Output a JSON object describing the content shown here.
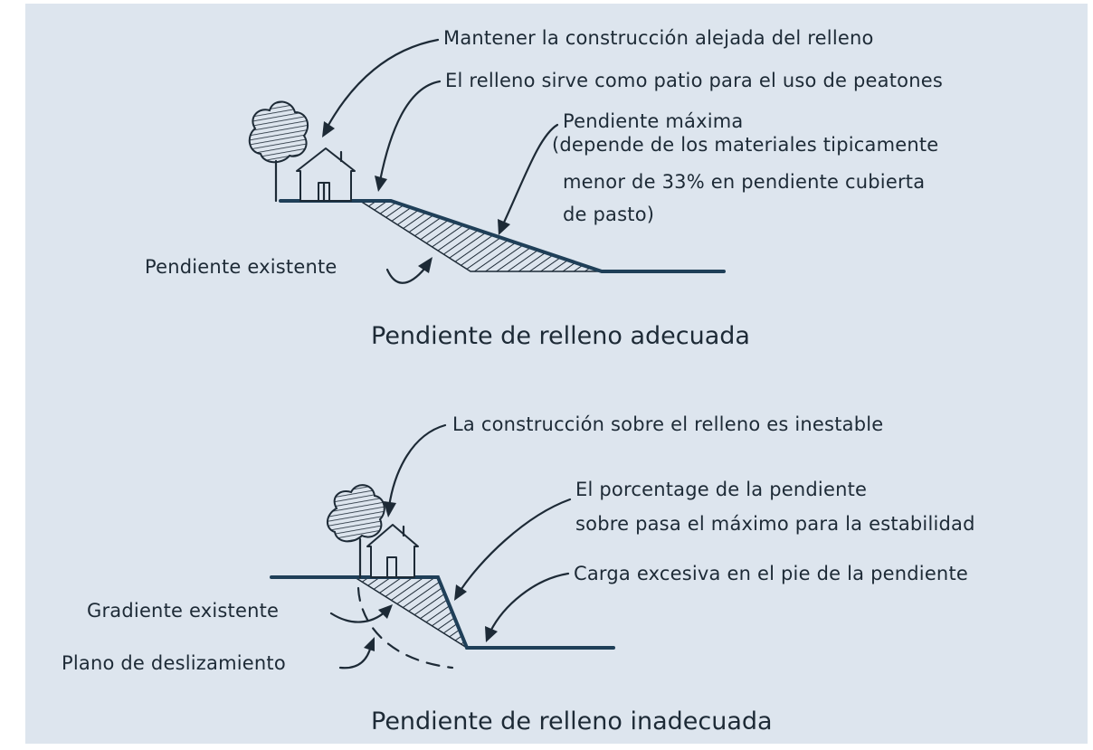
{
  "top": {
    "labels": {
      "keep_away": "Mantener la construcción alejada del relleno",
      "patio": "El relleno sirve como patio para el uso de peatones",
      "max_slope_1": "Pendiente máxima",
      "max_slope_2": "(depende de los materiales tipicamente",
      "max_slope_3": "menor de 33% en pendiente cubierta",
      "max_slope_4": "de pasto)",
      "existing_slope": "Pendiente existente"
    },
    "caption": "Pendiente de relleno adecuada"
  },
  "bottom": {
    "labels": {
      "unstable": "La construcción sobre el relleno es inestable",
      "percent_1": "El porcentage de la pendiente",
      "percent_2": "sobre pasa el máximo para la estabilidad",
      "excess_load": "Carga excesiva en el pie de la pendiente",
      "existing_gradient": "Gradiente existente",
      "slip_plane": "Plano de deslizamiento"
    },
    "caption": "Pendiente de relleno inadecuada"
  },
  "colors": {
    "background": "#dde5ee",
    "ink": "#1d2a36",
    "ground_line": "#1f3f58"
  }
}
